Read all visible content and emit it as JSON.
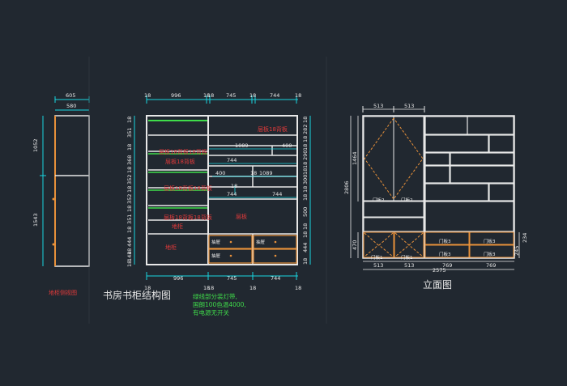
{
  "colors": {
    "background": "#212830",
    "frame": "#e8e8e8",
    "cyan": "#19d6e0",
    "green": "#3fdc4a",
    "orange": "#e8913a",
    "red": "#e23a3a"
  },
  "side_view": {
    "width_outer": "605",
    "width_inner": "580",
    "height_upper": "1052",
    "height_lower": "1543",
    "caption": "地柜侧视图"
  },
  "structure": {
    "title": "书房书柜结构图",
    "top_widths": [
      "18",
      "996",
      "18",
      "18",
      "745",
      "18",
      "744",
      "18"
    ],
    "bottom_widths": [
      "18",
      "996",
      "18",
      "18",
      "745",
      "18",
      "744",
      "18"
    ],
    "left_heights": [
      "18",
      "351",
      "18",
      "368",
      "18",
      "352",
      "18",
      "352",
      "18",
      "351",
      "18",
      "444",
      "18",
      "144",
      "18"
    ],
    "right_heights": [
      "18",
      "282",
      "18",
      "18",
      "290",
      "18",
      "18",
      "300",
      "18",
      "18",
      "500",
      "18",
      "18",
      "444",
      "18"
    ],
    "inner_dims": [
      "1089",
      "400",
      "744",
      "400",
      "18",
      "1089",
      "18",
      "744",
      "744"
    ],
    "labels": {
      "top_right_shelf": "层板18背板",
      "left_band_1": "层板18背板18背板",
      "left_band_2": "层板18背板",
      "left_band_3": "层板18背板18背板",
      "left_band_4": "层板18背板18背板",
      "cabinet_right": "层板",
      "cabinet_left": "地柜",
      "drawer_1": "抽屉",
      "drawer_2": "抽屉",
      "drawer_3": "抽屉",
      "floor_cabinet": "地柜"
    },
    "note": [
      "绿线部分装灯带,",
      "国朗100色温4000,",
      "有电源无开关"
    ]
  },
  "elevation": {
    "title": "立面图",
    "top_dims": [
      "513",
      "513"
    ],
    "bottom_dims": [
      "513",
      "513",
      "769",
      "769"
    ],
    "total_width": "2575",
    "left_heights": [
      "2806",
      "1464",
      "470"
    ],
    "right_heights": [
      "245",
      "234"
    ],
    "doors": [
      "门板2",
      "门板2",
      "门板3",
      "门板3",
      "门板3",
      "门板3",
      "门板1",
      "门板1"
    ]
  }
}
